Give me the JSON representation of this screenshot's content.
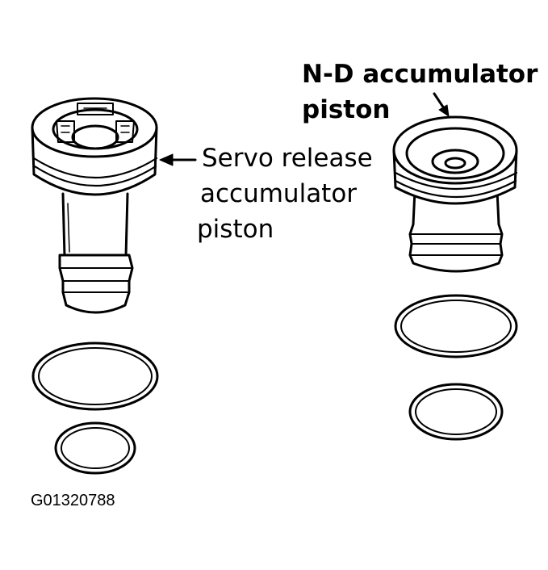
{
  "labels": {
    "nd_line1": "N-D accumulator",
    "nd_line2": "piston",
    "servo_line1": "Servo release",
    "servo_line2": "accumulator",
    "servo_line3": "piston"
  },
  "figure_id": "G01320788",
  "colors": {
    "ink": "#000000",
    "paper": "#ffffff"
  }
}
